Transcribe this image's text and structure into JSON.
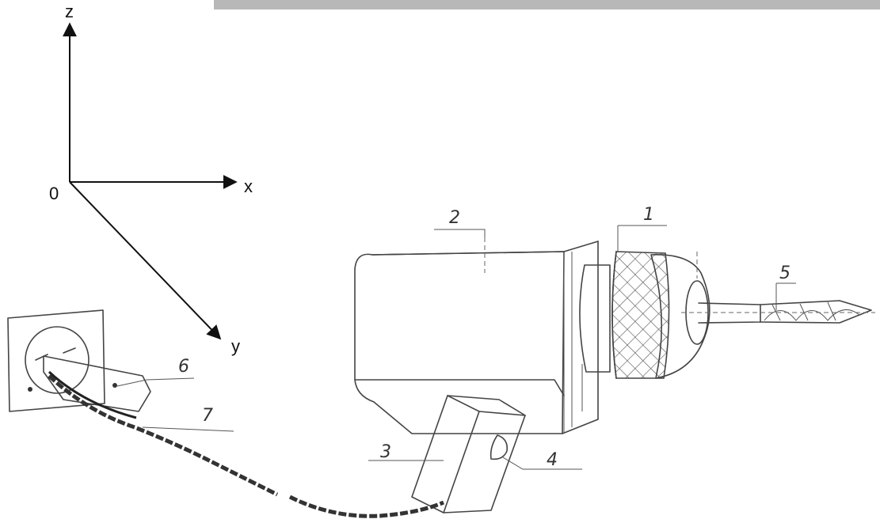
{
  "axes": {
    "origin_label": "0",
    "x_label": "x",
    "y_label": "y",
    "z_label": "z"
  },
  "callouts": [
    "1",
    "2",
    "3",
    "4",
    "5",
    "6",
    "7"
  ],
  "colors": {
    "top_bar": "#b8b8b8",
    "ink": "#444444",
    "axis": "#111111"
  }
}
